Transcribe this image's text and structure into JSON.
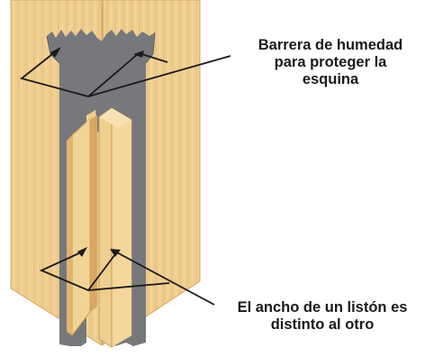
{
  "callouts": {
    "moisture_barrier": {
      "lines": [
        "Barrera de humedad",
        "para proteger la",
        "esquina"
      ]
    },
    "trim_width": {
      "lines": [
        "El ancho de un listón es",
        "distinto al otro"
      ]
    }
  },
  "colors": {
    "wood": "#efcd8e",
    "wood_grain": "#e2b873",
    "barrier": "#76787b",
    "outline": "#1a1a1a"
  }
}
